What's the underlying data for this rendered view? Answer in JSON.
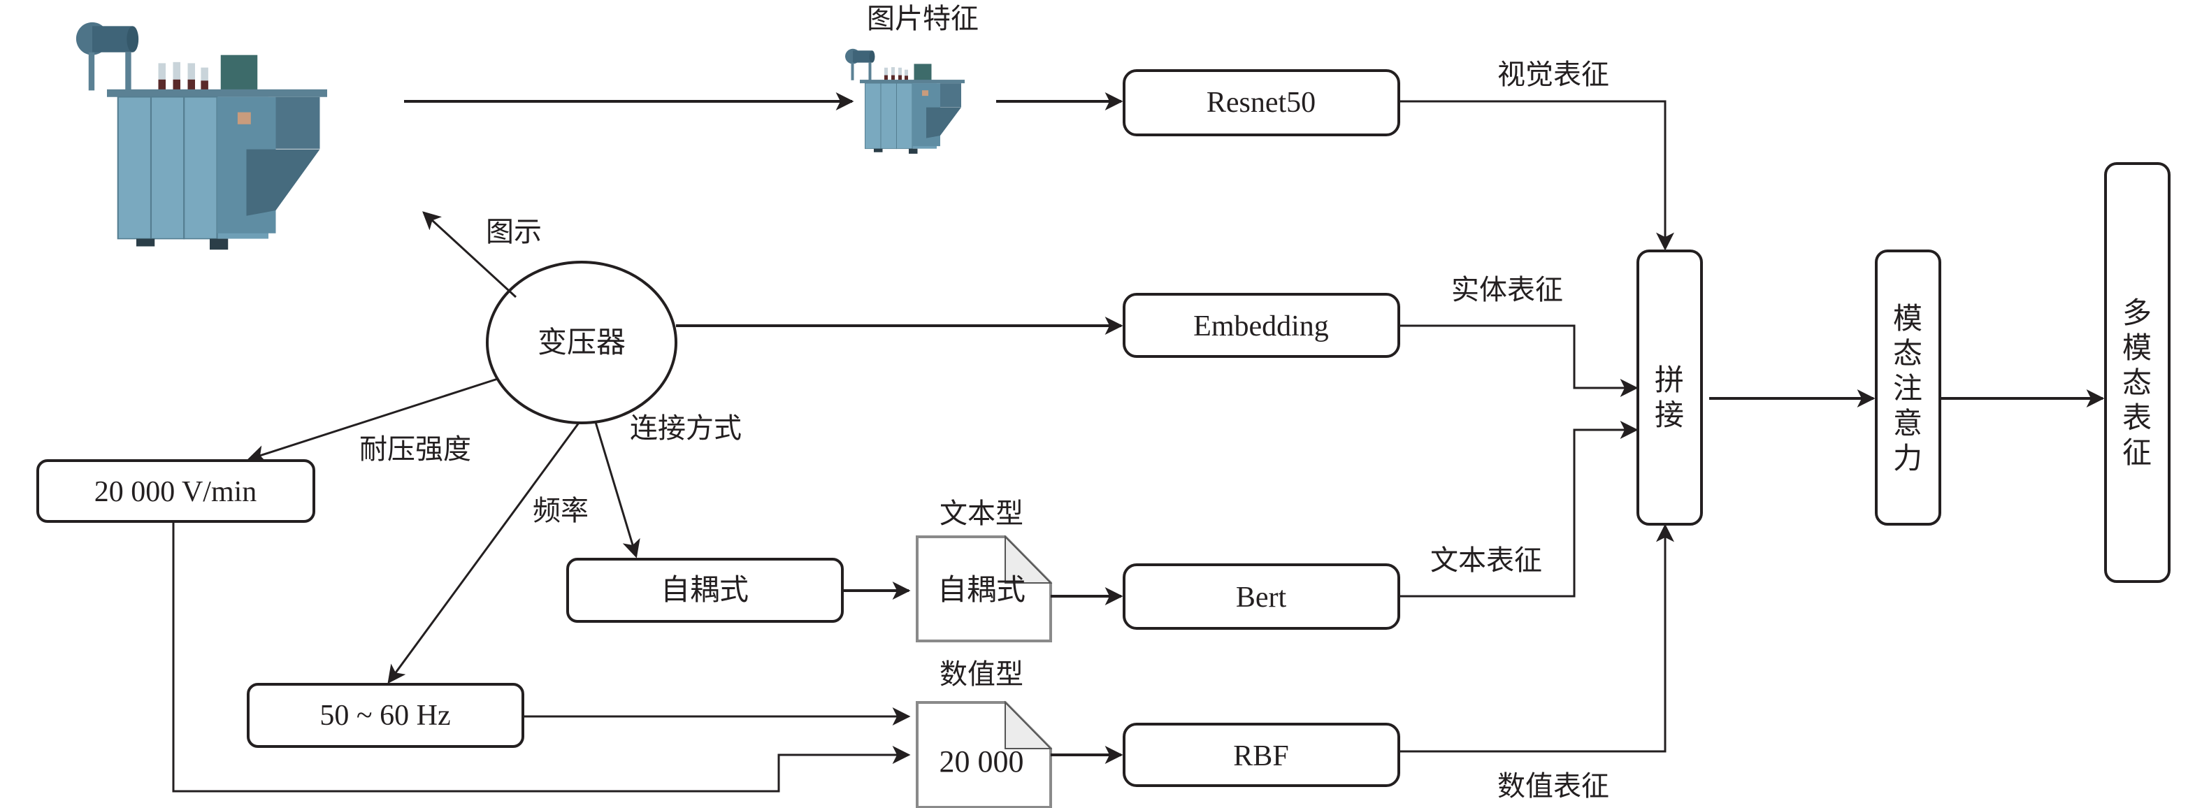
{
  "diagram": {
    "image_label": "图片特征",
    "edge_labels": {
      "diagram_link": "图示",
      "voltage_strength": "耐压强度",
      "connection_type": "连接方式",
      "frequency": "频率"
    },
    "entity": "变压器",
    "attributes": {
      "voltage": "20 000 V/min",
      "frequency": "50 ~ 60 Hz",
      "connection": "自耦式"
    },
    "documents": {
      "text_type_label": "文本型",
      "text_type_value": "自耦式",
      "numeric_type_label": "数值型",
      "numeric_type_value": "20 000"
    },
    "encoders": {
      "resnet": "Resnet50",
      "embedding": "Embedding",
      "bert": "Bert",
      "rbf": "RBF"
    },
    "representations": {
      "visual": "视觉表征",
      "entity": "实体表征",
      "text": "文本表征",
      "numeric": "数值表征"
    },
    "fusion": {
      "concat": [
        "拼",
        "接"
      ],
      "attention": [
        "模",
        "态",
        "注",
        "意",
        "力"
      ],
      "output": [
        "多",
        "模",
        "态",
        "表",
        "征"
      ]
    },
    "colors": {
      "stroke": "#231f20",
      "transformer_body": "#6f9fb6",
      "transformer_dark": "#3f6478",
      "doc_border": "#8a8a8a"
    }
  }
}
